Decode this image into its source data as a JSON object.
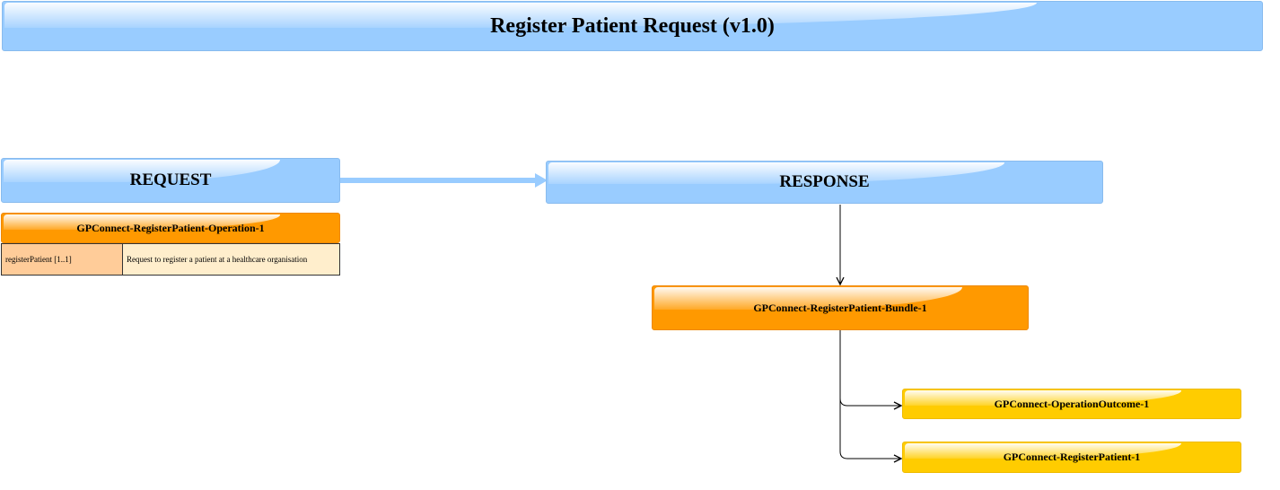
{
  "diagram": {
    "title": "Register Patient Request (v1.0)",
    "request": {
      "label": "REQUEST",
      "operation": {
        "label": "GPConnect-RegisterPatient-Operation-1",
        "parameters": [
          {
            "name": "registerPatient [1..1]",
            "description": "Request to register a patient at a healthcare organisation"
          }
        ]
      }
    },
    "response": {
      "label": "RESPONSE",
      "bundle": {
        "label": "GPConnect-RegisterPatient-Bundle-1",
        "children": [
          {
            "label": "GPConnect-OperationOutcome-1"
          },
          {
            "label": "GPConnect-RegisterPatient-1"
          }
        ]
      }
    }
  },
  "colors": {
    "section_header": "#99ccff",
    "operation": "#ff9900",
    "bundle": "#ff9900",
    "resource": "#ffcc00",
    "param_name_cell": "#ffcc99",
    "param_desc_cell": "#ffeecc",
    "connector": "#000000",
    "flow_arrow": "#99ccff"
  },
  "icons": {
    "flow": "thick-arrow-right",
    "connector": "arrow-head"
  }
}
